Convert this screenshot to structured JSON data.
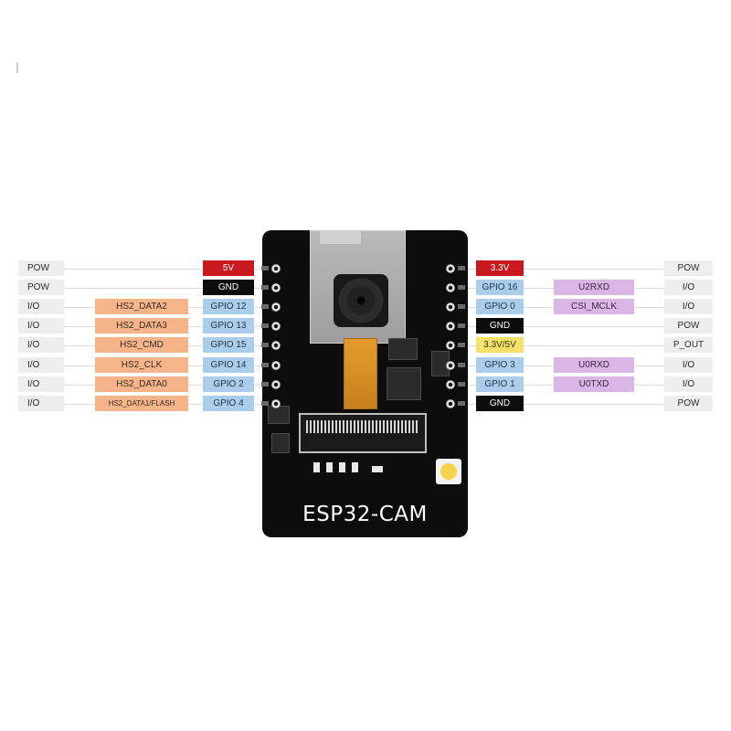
{
  "board": {
    "title": "ESP32-CAM"
  },
  "left_pins": [
    {
      "type": "POW",
      "pin": "5V",
      "kind": "pwr-5v",
      "fn": ""
    },
    {
      "type": "POW",
      "pin": "GND",
      "kind": "pwr-gnd",
      "fn": ""
    },
    {
      "type": "I/O",
      "pin": "GPIO 12",
      "kind": "gpio",
      "fn": "HS2_DATA2"
    },
    {
      "type": "I/O",
      "pin": "GPIO 13",
      "kind": "gpio",
      "fn": "HS2_DATA3"
    },
    {
      "type": "I/O",
      "pin": "GPIO 15",
      "kind": "gpio",
      "fn": "HS2_CMD"
    },
    {
      "type": "I/O",
      "pin": "GPIO 14",
      "kind": "gpio",
      "fn": "HS2_CLK"
    },
    {
      "type": "I/O",
      "pin": "GPIO 2",
      "kind": "gpio",
      "fn": "HS2_DATA0"
    },
    {
      "type": "I/O",
      "pin": "GPIO 4",
      "kind": "gpio",
      "fn": "HS2_DATA1/FLASH"
    }
  ],
  "right_pins": [
    {
      "type": "POW",
      "pin": "3.3V",
      "kind": "pwr-33",
      "fn": ""
    },
    {
      "type": "I/O",
      "pin": "GPIO 16",
      "kind": "gpio",
      "fn": "U2RXD"
    },
    {
      "type": "I/O",
      "pin": "GPIO 0",
      "kind": "gpio",
      "fn": "CSI_MCLK"
    },
    {
      "type": "POW",
      "pin": "GND",
      "kind": "pwr-gnd",
      "fn": ""
    },
    {
      "type": "P_OUT",
      "pin": "3.3V/5V",
      "kind": "pwr-mix",
      "fn": ""
    },
    {
      "type": "I/O",
      "pin": "GPIO 3",
      "kind": "gpio",
      "fn": "U0RXD"
    },
    {
      "type": "I/O",
      "pin": "GPIO 1",
      "kind": "gpio",
      "fn": "U0TXD"
    },
    {
      "type": "POW",
      "pin": "GND",
      "kind": "pwr-gnd",
      "fn": ""
    }
  ],
  "colors": {
    "power_red": "#c8191f",
    "ground_black": "#0c0c0c",
    "gpio_blue": "#a9cdea",
    "hs2_orange": "#f5b48a",
    "alt_purple": "#dab6e6",
    "mixed_yellow": "#f6e16a",
    "type_gray": "#eeeeee"
  }
}
